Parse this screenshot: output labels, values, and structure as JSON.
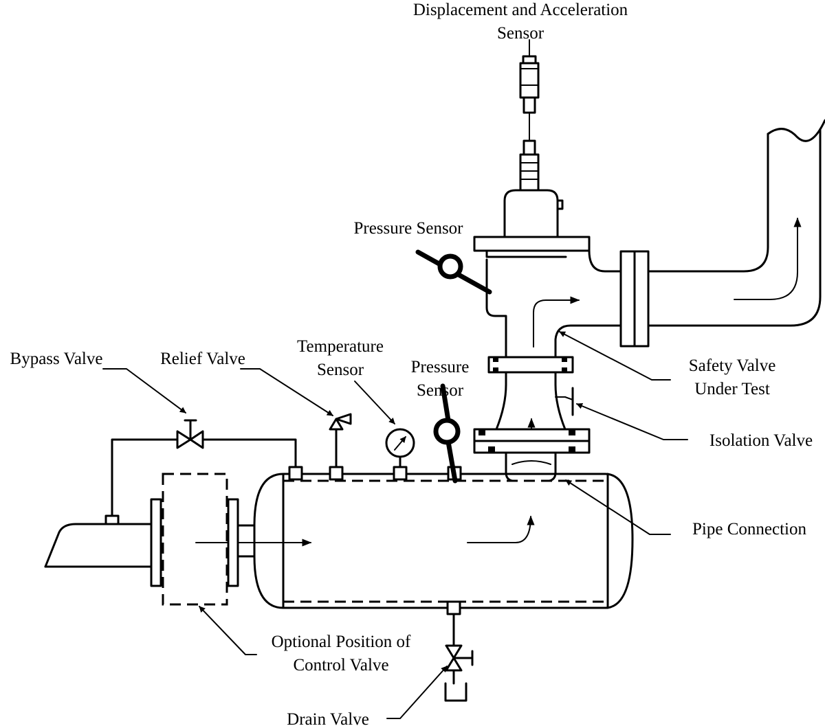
{
  "labels": {
    "displacement_sensor_l1": "Displacement and Acceleration",
    "displacement_sensor_l2": "Sensor",
    "pressure_sensor_top": "Pressure Sensor",
    "bypass_valve": "Bypass Valve",
    "relief_valve": "Relief Valve",
    "temperature_sensor_l1": "Temperature",
    "temperature_sensor_l2": "Sensor",
    "pressure_sensor_bottom_l1": "Pressure",
    "pressure_sensor_bottom_l2": "Sensor",
    "safety_valve_l1": "Safety Valve",
    "safety_valve_l2": "Under Test",
    "isolation_valve": "Isolation Valve",
    "pipe_connection": "Pipe Connection",
    "control_valve_l1": "Optional Position of",
    "control_valve_l2": "Control Valve",
    "drain_valve": "Drain Valve"
  }
}
